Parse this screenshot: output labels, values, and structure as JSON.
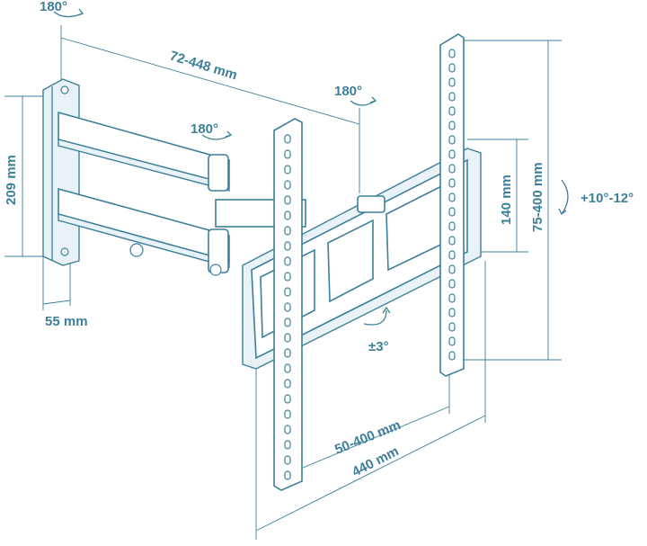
{
  "colors": {
    "line": "#3d7f9a",
    "background": "#ffffff"
  },
  "labels": {
    "swivel_wall": "180°",
    "arm_extension": "72-448 mm",
    "swivel_mid": "180°",
    "swivel_tv": "180°",
    "wall_plate_height": "209 mm",
    "wall_distance": "55 mm",
    "vertical_inner": "140 mm",
    "vertical_vesa": "75-400 mm",
    "tilt": "+10°-12°",
    "rotation": "±3°",
    "horizontal_vesa": "50-400 mm",
    "total_width": "440 mm"
  }
}
